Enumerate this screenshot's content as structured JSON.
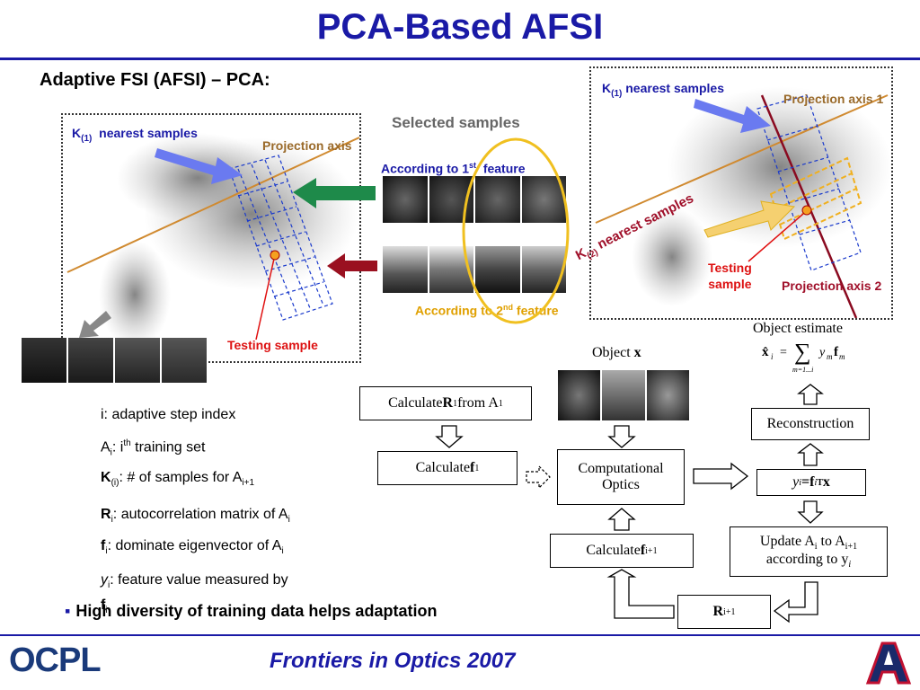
{
  "header": {
    "title": "PCA-Based AFSI"
  },
  "subtitle": "Adaptive FSI (AFSI) – PCA:",
  "left_diagram": {
    "k_label": "K",
    "k_sub": "(1)",
    "k_text": "nearest samples",
    "proj_axis": "Projection axis",
    "testing": "Testing sample"
  },
  "selected": {
    "title": "Selected samples",
    "first_a": "According to 1",
    "first_sup": "st",
    "first_b": "feature",
    "second_a": "According to 2",
    "second_sup": "nd",
    "second_b": "feature"
  },
  "right_diagram": {
    "k1_label": "K",
    "k1_sub": "(1)",
    "k1_text": "nearest samples",
    "proj1": "Projection axis 1",
    "k2_label": "K",
    "k2_sub": "(2)",
    "k2_text": "nearest samples",
    "testing_line1": "Testing",
    "testing_line2": "sample",
    "proj2": "Projection axis 2"
  },
  "notes": {
    "n1": "i: adaptive step index",
    "n2_a": "A",
    "n2_sub": "i",
    "n2_b": ": i",
    "n2_sup": "th",
    "n2_c": " training set",
    "n3_k": "K",
    "n3_sub": "(i)",
    "n3_b": ": # of samples for A",
    "n3_sub2": "i+1",
    "n4_r": "R",
    "n4_sub": "i",
    "n4_b": ": autocorrelation matrix of A",
    "n4_sub2": "i",
    "n5_f": "f",
    "n5_sub": "i",
    "n5_b": ": dominate eigenvector of A",
    "n5_sub2": "i",
    "n6_y": "y",
    "n6_sub": "i",
    "n6_b": ": feature value measured by",
    "n6_f": "f",
    "n6_sub2": "i"
  },
  "bullet": "High diversity of training data helps adaptation",
  "flow": {
    "object_label": "Object ",
    "object_x": "x",
    "estimate_label": "Object estimate",
    "calc_r1_a": "Calculate ",
    "calc_r1_b": "R",
    "calc_r1_sub": "1",
    "calc_r1_c": " from A",
    "calc_r1_sub2": "1",
    "calc_f1_a": "Calculate ",
    "calc_f1_b": "f",
    "calc_f1_sub": "1",
    "comp_optics_1": "Computational",
    "comp_optics_2": "Optics",
    "reconstruction": "Reconstruction",
    "yi_y": "y",
    "yi_i": "i",
    "yi_eq": " = ",
    "yi_f": "f",
    "yi_fi": "i",
    "yi_T": "T",
    "yi_x": "x",
    "update_a": "Update A",
    "update_sub": "i",
    "update_b": " to A",
    "update_sub2": "i+1",
    "update_c": "according to y",
    "update_sub3": "i",
    "calc_fi1_a": "Calculate ",
    "calc_fi1_b": "f",
    "calc_fi1_sub": "i+1",
    "r_i1": "R",
    "r_i1_sub": "i+1"
  },
  "footer": {
    "logo": "OCPL",
    "conference": "Frontiers in Optics 2007"
  },
  "colors": {
    "title_blue": "#1a1aa6",
    "arrow_green": "#1e8a4a",
    "arrow_darkred": "#9a1020",
    "ellipse": "#f0c020"
  }
}
